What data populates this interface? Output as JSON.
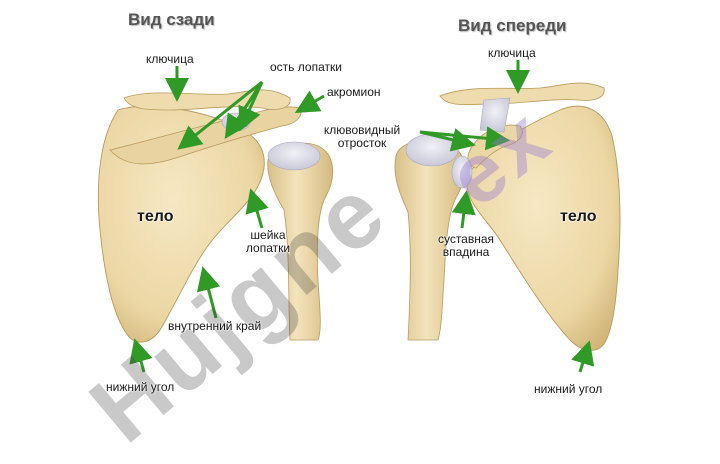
{
  "titles": {
    "back": "Вид сзади",
    "front": "Вид спереди"
  },
  "back_labels": {
    "clavicle": "ключица",
    "spine": "ость лопатки",
    "acromion": "акромион",
    "body": "тело",
    "neck_line1": "шейка",
    "neck_line2": "лопатки",
    "medial_border": "внутренний край",
    "inferior_angle": "нижний угол"
  },
  "front_labels": {
    "clavicle": "ключица",
    "coracoid_line1": "клювовидный",
    "coracoid_line2": "отросток",
    "body": "тело",
    "glenoid_line1": "суставная",
    "glenoid_line2": "впадина",
    "inferior_angle": "нижний угол"
  },
  "watermark": {
    "main": "Hujgne",
    "secondary": "ex"
  },
  "colors": {
    "bone": "#f0dfb4",
    "bone_shadow": "#d8c088",
    "cartilage": "#dcdce8",
    "arrow": "#2f9a26",
    "watermark_grey": "#6b6b6b",
    "watermark_violet": "#a98fe0"
  }
}
